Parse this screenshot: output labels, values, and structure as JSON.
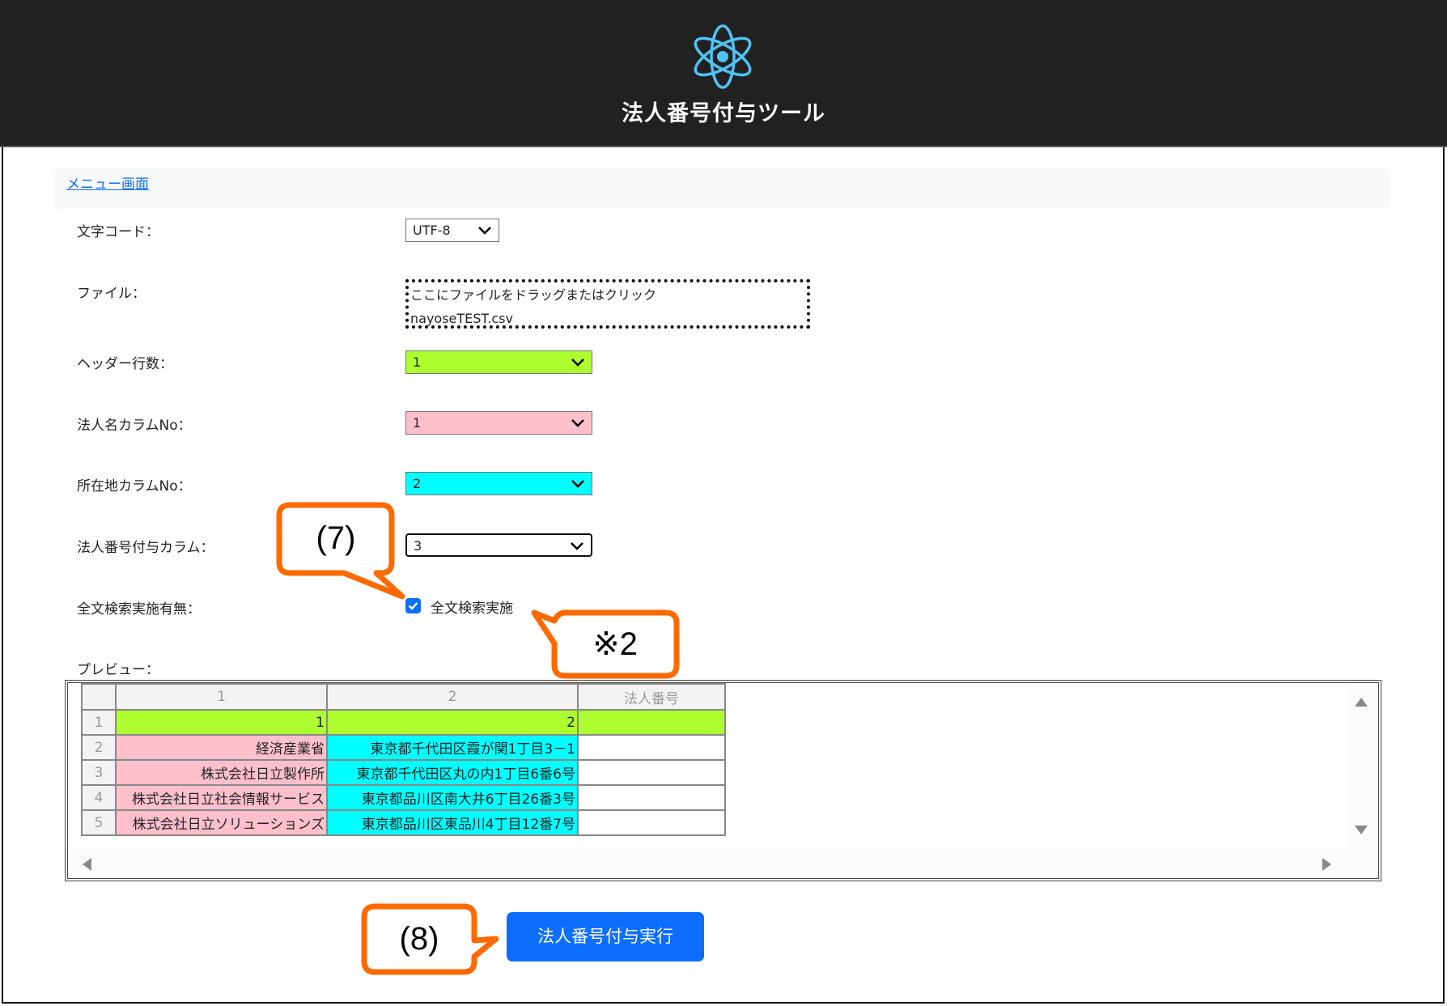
{
  "header": {
    "title": "法人番号付与ツール",
    "logo_icon": "atom-icon",
    "background": "#212121",
    "logo_color": "#4fc3f7"
  },
  "nav": {
    "menu_link": "メニュー画面"
  },
  "form": {
    "charset": {
      "label": "文字コード：",
      "value": "UTF-8"
    },
    "file": {
      "label": "ファイル：",
      "dropzone_text": "ここにファイルをドラッグまたはクリック",
      "filename": "nayoseTEST.csv"
    },
    "header_rows": {
      "label": "ヘッダー行数：",
      "value": "1",
      "color": "#adff2f"
    },
    "name_column": {
      "label": "法人名カラムNo：",
      "value": "1",
      "color": "#ffc0cb"
    },
    "address_column": {
      "label": "所在地カラムNo：",
      "value": "2",
      "color": "#00ffff"
    },
    "target_column": {
      "label": "法人番号付与カラム：",
      "value": "3"
    },
    "fulltext": {
      "label": "全文検索実施有無：",
      "checkbox_label": "全文検索実施",
      "checked": true
    }
  },
  "preview": {
    "label": "プレビュー：",
    "columns": [
      "",
      "1",
      "2",
      "法人番号"
    ],
    "rows": [
      {
        "row": "1",
        "c1": "1",
        "c2": "2",
        "c3": ""
      },
      {
        "row": "2",
        "c1": "経済産業省",
        "c2": "東京都千代田区霞が関1丁目3－1",
        "c3": ""
      },
      {
        "row": "3",
        "c1": "株式会社日立製作所",
        "c2": "東京都千代田区丸の内1丁目6番6号",
        "c3": ""
      },
      {
        "row": "4",
        "c1": "株式会社日立社会情報サービス",
        "c2": "東京都品川区南大井6丁目26番3号",
        "c3": ""
      },
      {
        "row": "5",
        "c1": "株式会社日立ソリューションズ",
        "c2": "東京都品川区東品川4丁目12番7号",
        "c3": ""
      }
    ]
  },
  "actions": {
    "run_label": "法人番号付与実行",
    "run_color": "#0d6efd"
  },
  "annotations": {
    "callout_7": "(7)",
    "callout_note2": "※2",
    "callout_8": "(8)",
    "color": "#ff6a00"
  }
}
